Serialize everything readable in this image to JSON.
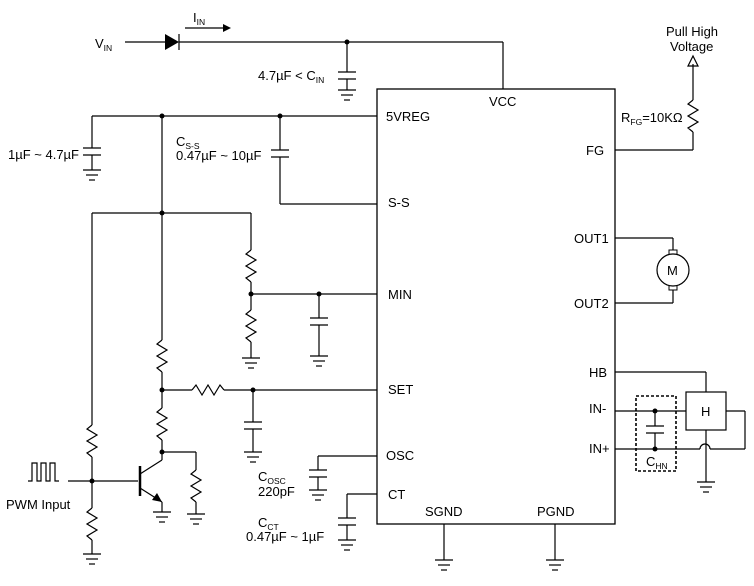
{
  "ic_pins": {
    "vcc": "VCC",
    "vreg5": "5VREG",
    "ss": "S-S",
    "min": "MIN",
    "set": "SET",
    "osc": "OSC",
    "ct": "CT",
    "sgnd": "SGND",
    "pgnd": "PGND",
    "fg": "FG",
    "out1": "OUT1",
    "out2": "OUT2",
    "hb": "HB",
    "in_minus": "IN-",
    "in_plus": "IN+"
  },
  "labels": {
    "vin_main": "V",
    "vin_sub": "IN",
    "iin_main": "I",
    "iin_sub": "IN",
    "cin_prefix": "4.7µF < C",
    "cin_sub": "IN",
    "c5v": "1µF ~ 4.7µF",
    "css_main": "C",
    "css_sub": "S-S",
    "css_range": "0.47µF ~ 10µF",
    "pull_high_line1": "Pull High",
    "pull_high_line2": "Voltage",
    "rfg_main": "R",
    "rfg_sub": "FG",
    "rfg_value": "=10KΩ",
    "motor": "M",
    "hall": "H",
    "chn_main": "C",
    "chn_sub": "HN",
    "cosc_main": "C",
    "cosc_sub": "OSC",
    "cosc_value": "220pF",
    "cct_main": "C",
    "cct_sub": "CT",
    "cct_range": "0.47µF ~ 1µF",
    "pwm_input": "PWM Input"
  }
}
